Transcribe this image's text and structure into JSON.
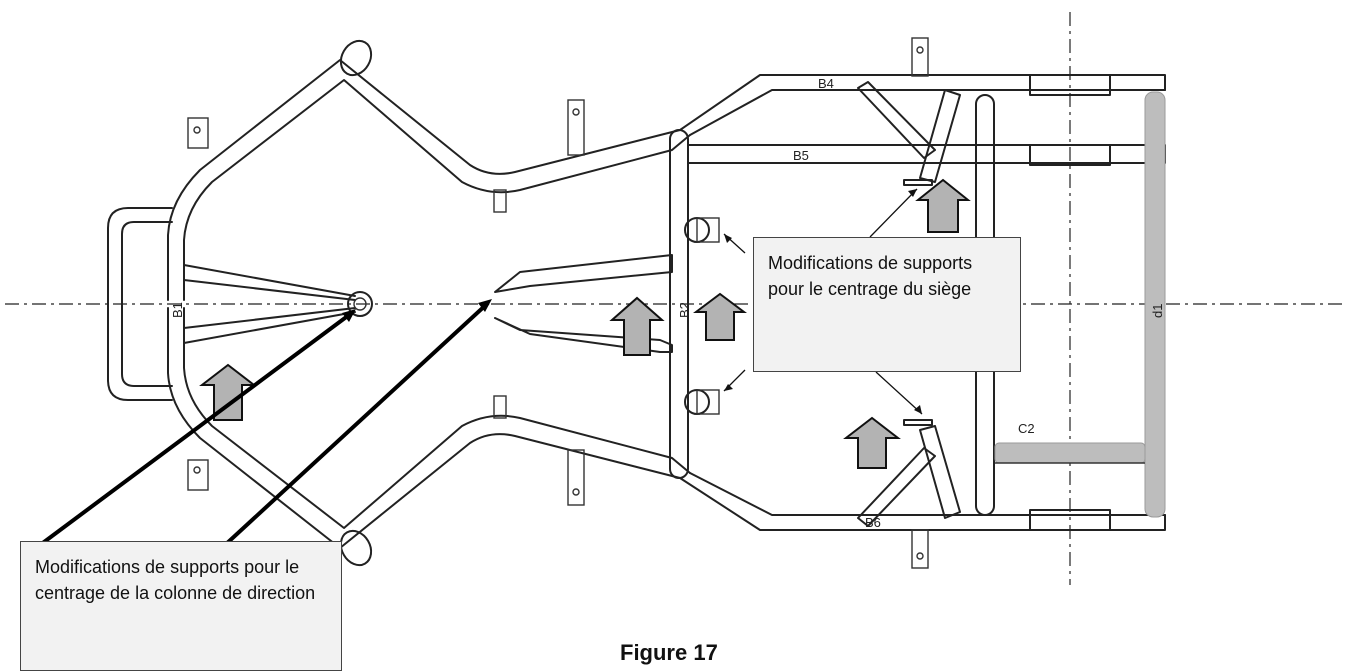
{
  "diagram": {
    "labels": {
      "b1": "B1",
      "b2": "B2",
      "b4": "B4",
      "b5": "B5",
      "b6": "B6",
      "c2": "C2",
      "d1": "d1"
    },
    "callouts": {
      "seat": "Modifications de supports pour le centrage du siège",
      "steering": "Modifications de supports pour le centrage de la colonne de direction"
    },
    "caption": "Figure 17"
  },
  "colors": {
    "arrow_fill": "#b3b3b3",
    "callout_fill": "#f2f2f2",
    "highlight_bar": "#bdbdbd"
  }
}
